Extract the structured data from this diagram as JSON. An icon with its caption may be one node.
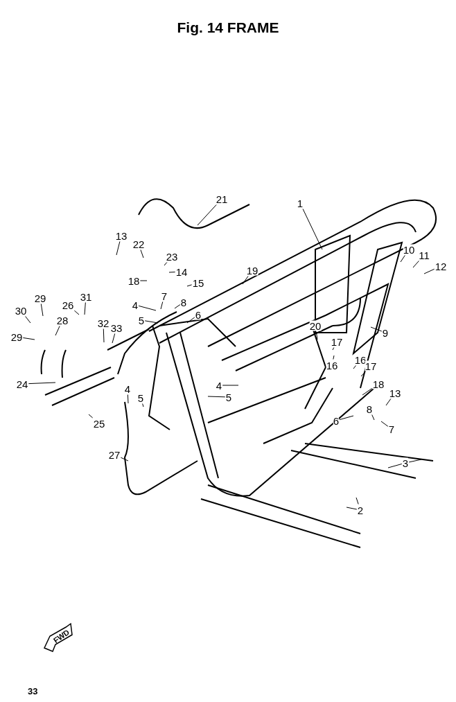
{
  "diagram": {
    "title": "Fig. 14 FRAME",
    "nodes": [
      {
        "text": [
          "1"
        ]
      },
      {
        "text": [
          "21"
        ]
      },
      {
        "text": [
          "13"
        ]
      },
      {
        "text": [
          "22"
        ]
      },
      {
        "text": [
          "23"
        ]
      },
      {
        "text": [
          "19"
        ]
      },
      {
        "text": [
          "14"
        ]
      },
      {
        "text": [
          "18"
        ]
      },
      {
        "text": [
          "15"
        ]
      },
      {
        "text": [
          "10"
        ]
      },
      {
        "text": [
          "11"
        ]
      },
      {
        "text": [
          "12"
        ]
      },
      {
        "text": [
          "7"
        ]
      },
      {
        "text": [
          "31"
        ]
      },
      {
        "text": [
          "8"
        ]
      },
      {
        "text": [
          "4"
        ]
      },
      {
        "text": [
          "29"
        ]
      },
      {
        "text": [
          "26"
        ]
      },
      {
        "text": [
          "6"
        ]
      },
      {
        "text": [
          "5"
        ]
      },
      {
        "text": [
          "30"
        ]
      },
      {
        "text": [
          "28"
        ]
      },
      {
        "text": [
          "32"
        ]
      },
      {
        "text": [
          "20"
        ]
      },
      {
        "text": [
          "33"
        ]
      },
      {
        "text": [
          "29"
        ]
      },
      {
        "text": [
          "9"
        ]
      },
      {
        "text": [
          "17"
        ]
      },
      {
        "text": [
          "16"
        ]
      },
      {
        "text": [
          "16"
        ]
      },
      {
        "text": [
          "17"
        ]
      },
      {
        "text": [
          "24"
        ]
      },
      {
        "text": [
          "18"
        ]
      },
      {
        "text": [
          "4"
        ]
      },
      {
        "text": [
          "4"
        ]
      },
      {
        "text": [
          "13"
        ]
      },
      {
        "text": [
          "5"
        ]
      },
      {
        "text": [
          "5"
        ]
      },
      {
        "text": [
          "8"
        ]
      },
      {
        "text": [
          "6"
        ]
      },
      {
        "text": [
          "25"
        ]
      },
      {
        "text": [
          "7"
        ]
      },
      {
        "text": [
          "27"
        ]
      },
      {
        "text": [
          "3"
        ]
      },
      {
        "text": [
          "2"
        ]
      }
    ],
    "edges": [
      {
        "from": 0,
        "to": null,
        "arrow": "none"
      },
      {
        "from": 1,
        "to": null,
        "arrow": "none"
      },
      {
        "from": 2,
        "to": null,
        "arrow": "none"
      },
      {
        "from": 3,
        "to": null,
        "arrow": "none"
      },
      {
        "from": 4,
        "to": null,
        "arrow": "none"
      },
      {
        "from": 5,
        "to": null,
        "arrow": "none"
      },
      {
        "from": 6,
        "to": null,
        "arrow": "none"
      },
      {
        "from": 7,
        "to": null,
        "arrow": "none"
      },
      {
        "from": 8,
        "to": null,
        "arrow": "none"
      },
      {
        "from": 9,
        "to": null,
        "arrow": "none"
      },
      {
        "from": 10,
        "to": null,
        "arrow": "none"
      },
      {
        "from": 11,
        "to": null,
        "arrow": "none"
      },
      {
        "from": 12,
        "to": null,
        "arrow": "none"
      },
      {
        "from": 13,
        "to": null,
        "arrow": "none"
      },
      {
        "from": 14,
        "to": null,
        "arrow": "none"
      },
      {
        "from": 15,
        "to": null,
        "arrow": "none"
      },
      {
        "from": 16,
        "to": null,
        "arrow": "none"
      },
      {
        "from": 17,
        "to": null,
        "arrow": "none"
      },
      {
        "from": 18,
        "to": null,
        "arrow": "none"
      },
      {
        "from": 19,
        "to": null,
        "arrow": "none"
      },
      {
        "from": 20,
        "to": null,
        "arrow": "none"
      },
      {
        "from": 21,
        "to": null,
        "arrow": "none"
      },
      {
        "from": 22,
        "to": null,
        "arrow": "none"
      },
      {
        "from": 23,
        "to": null,
        "arrow": "none"
      },
      {
        "from": 24,
        "to": null,
        "arrow": "none"
      },
      {
        "from": 25,
        "to": null,
        "arrow": "none"
      },
      {
        "from": 26,
        "to": null,
        "arrow": "none"
      },
      {
        "from": 27,
        "to": null,
        "arrow": "none"
      },
      {
        "from": 28,
        "to": null,
        "arrow": "none"
      },
      {
        "from": 29,
        "to": null,
        "arrow": "none"
      },
      {
        "from": 30,
        "to": null,
        "arrow": "none"
      },
      {
        "from": 31,
        "to": null,
        "arrow": "none"
      },
      {
        "from": 32,
        "to": null,
        "arrow": "none"
      },
      {
        "from": 33,
        "to": null,
        "arrow": "none"
      },
      {
        "from": 34,
        "to": null,
        "arrow": "none"
      },
      {
        "from": 35,
        "to": null,
        "arrow": "none"
      },
      {
        "from": 36,
        "to": null,
        "arrow": "none"
      },
      {
        "from": 37,
        "to": null,
        "arrow": "none"
      },
      {
        "from": 38,
        "to": null,
        "arrow": "none"
      },
      {
        "from": 39,
        "to": null,
        "arrow": "none"
      },
      {
        "from": 40,
        "to": null,
        "arrow": "none"
      },
      {
        "from": 41,
        "to": null,
        "arrow": "none"
      },
      {
        "from": 42,
        "to": null,
        "arrow": "none"
      },
      {
        "from": 43,
        "to": null,
        "arrow": "none"
      },
      {
        "from": 43,
        "to": null,
        "arrow": "none"
      },
      {
        "from": 44,
        "to": null,
        "arrow": "none"
      },
      {
        "from": 44,
        "to": null,
        "arrow": "none"
      }
    ],
    "labels": [
      "FWD",
      "33"
    ]
  }
}
